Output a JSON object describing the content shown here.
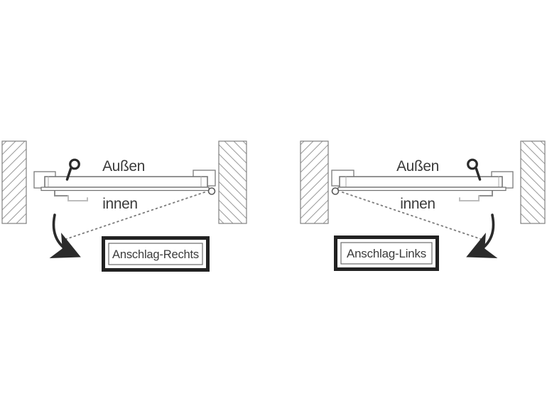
{
  "figure": {
    "background": "#ffffff",
    "colors": {
      "line": "#7a7a7a",
      "hatch": "#9a9a9a",
      "dark": "#2b2b2b",
      "text": "#3b3b3b",
      "box_border": "#222222"
    },
    "diagrams": [
      {
        "id": "anschlag-rechts",
        "hinge_side": "right",
        "outside_label": "Außen",
        "inside_label": "innen",
        "caption": "Anschlag-Rechts"
      },
      {
        "id": "anschlag-links",
        "hinge_side": "left",
        "outside_label": "Außen",
        "inside_label": "innen",
        "caption": "Anschlag-Links"
      }
    ]
  }
}
